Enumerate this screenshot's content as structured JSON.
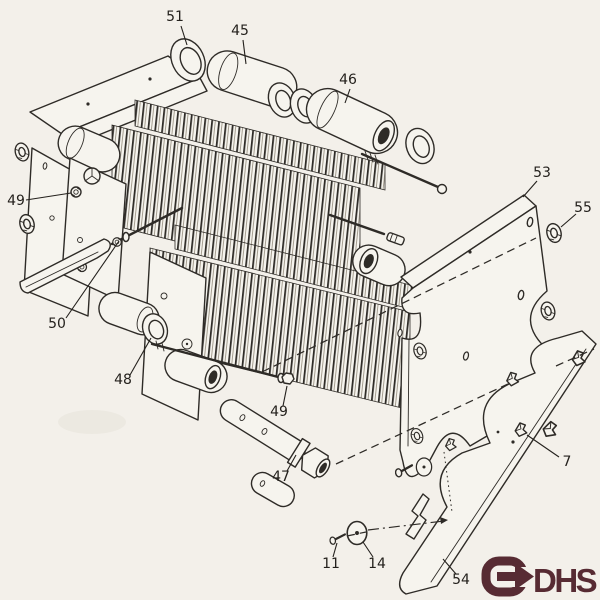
{
  "figure": {
    "background_color": "#f3f0ea",
    "line_color": "#2e2b27",
    "face_color": "#f6f4ee",
    "callouts": [
      {
        "label": "51"
      },
      {
        "label": "45"
      },
      {
        "label": "46"
      },
      {
        "label": "53"
      },
      {
        "label": "55"
      },
      {
        "label": "49"
      },
      {
        "label": "50"
      },
      {
        "label": "48"
      },
      {
        "label": "49"
      },
      {
        "label": "47"
      },
      {
        "label": "7"
      },
      {
        "label": "11"
      },
      {
        "label": "14"
      },
      {
        "label": "54"
      }
    ]
  },
  "logo": {
    "text": "DHS",
    "color": "#572b33"
  }
}
